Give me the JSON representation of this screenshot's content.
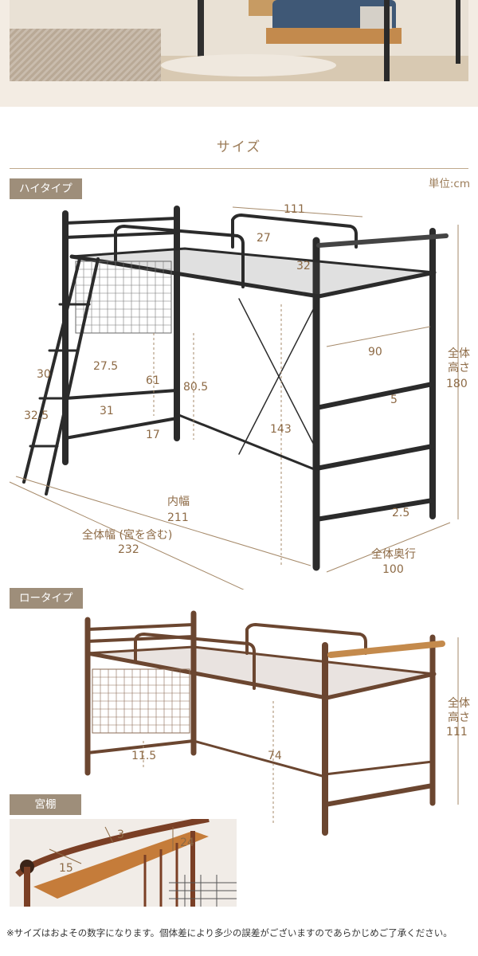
{
  "section_title": "サイズ",
  "unit_label": "単位:cm",
  "high_type": {
    "tag": "ハイタイプ",
    "dims": {
      "top_width": "111",
      "guard_27": "27",
      "guard_32": "32",
      "shelf_90": "90",
      "total_height_label": "全体\n高さ",
      "total_height_l1": "全体",
      "total_height_l2": "高さ",
      "total_height": "180",
      "ladder_30": "30",
      "ladder_32_5": "32.5",
      "rung_27_5": "27.5",
      "rung_31": "31",
      "gap_61": "61",
      "gap_17": "17",
      "clear_80_5": "80.5",
      "clear_143": "143",
      "bar_5": "5",
      "bar_2_5": "2.5",
      "inner_width_label": "内幅",
      "inner_width": "211",
      "total_width_label": "全体幅 (宮を含む)",
      "total_width": "232",
      "total_depth_label": "全体奥行",
      "total_depth": "100"
    }
  },
  "low_type": {
    "tag": "ロータイプ",
    "dims": {
      "gap_11_5": "11.5",
      "clear_74": "74",
      "total_height_l1": "全体",
      "total_height_l2": "高さ",
      "total_height": "111"
    }
  },
  "shelf": {
    "tag": "宮棚",
    "dims": {
      "d3": "3",
      "d24": "24",
      "d15": "15"
    }
  },
  "note": "※サイズはおよその数字になります。個体差により多少の誤差がございますのであらかじめご了承ください。",
  "colors": {
    "accent": "#9b7b57",
    "tag_bg": "#9e8e7a",
    "frame_high": "#2b2b2b",
    "frame_low": "#6b4630"
  }
}
